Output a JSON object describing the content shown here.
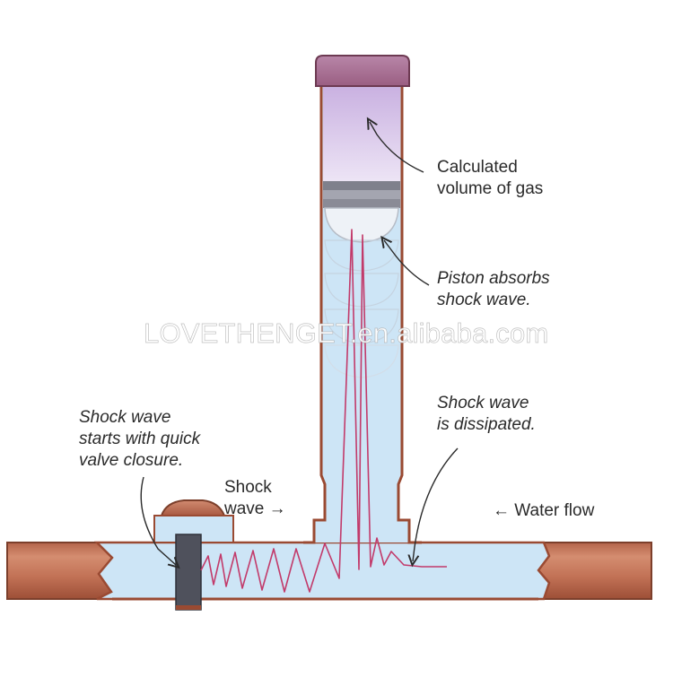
{
  "labels": {
    "calculated_gas": "Calculated\nvolume of gas",
    "piston": "Piston absorbs\nshock wave.",
    "dissipated": "Shock wave\nis dissipated.",
    "starts": "Shock wave\nstarts with quick\nvalve closure.",
    "shock_wave": "Shock\nwave →",
    "water_flow": "← Water flow"
  },
  "watermark": "LOVETHENGET.en.alibaba.com",
  "colors": {
    "pipe_copper": "#c67a5e",
    "pipe_copper_dark": "#8a4530",
    "water": "#cfe6f7",
    "gas": "#d7c6ea",
    "cap": "#a96a90",
    "piston_gray": "#8a8a94",
    "wave": "#c23a6a",
    "valve_body": "#4d4f5a"
  }
}
